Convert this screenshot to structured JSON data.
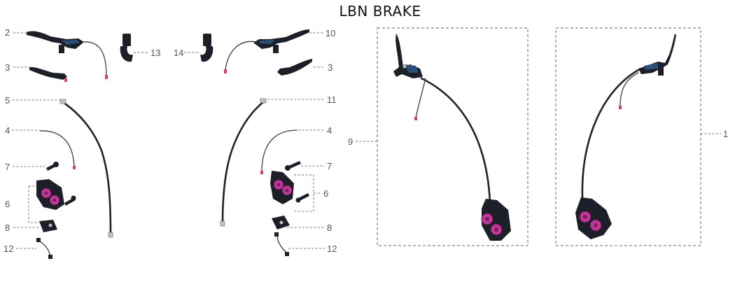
{
  "title": "LBN BRAKE",
  "callouts": {
    "left": [
      "2",
      "3",
      "5",
      "4",
      "7",
      "6",
      "8",
      "12",
      "13"
    ],
    "right": [
      "14",
      "10",
      "3",
      "11",
      "4",
      "7",
      "6",
      "8",
      "12"
    ],
    "assemblies": [
      "9",
      "1"
    ]
  },
  "parts": [
    "brake-lever",
    "lever-blade",
    "hose",
    "brake-caliper",
    "brake-pad",
    "caliper-bolt",
    "hose-clamp",
    "mounting-clamp",
    "complete-assembly"
  ]
}
